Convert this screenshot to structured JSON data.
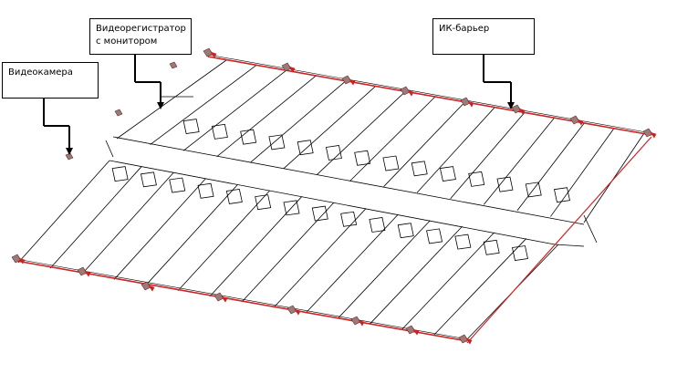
{
  "labels": {
    "camera": "Видеокамера",
    "dvr_line1": "Видеорегистратор",
    "dvr_line2": "с монитором",
    "ir_barrier": "ИК-барьер"
  },
  "colors": {
    "line": "#000000",
    "fence": "#cc2222",
    "device": "#a07878",
    "background": "#ffffff"
  }
}
